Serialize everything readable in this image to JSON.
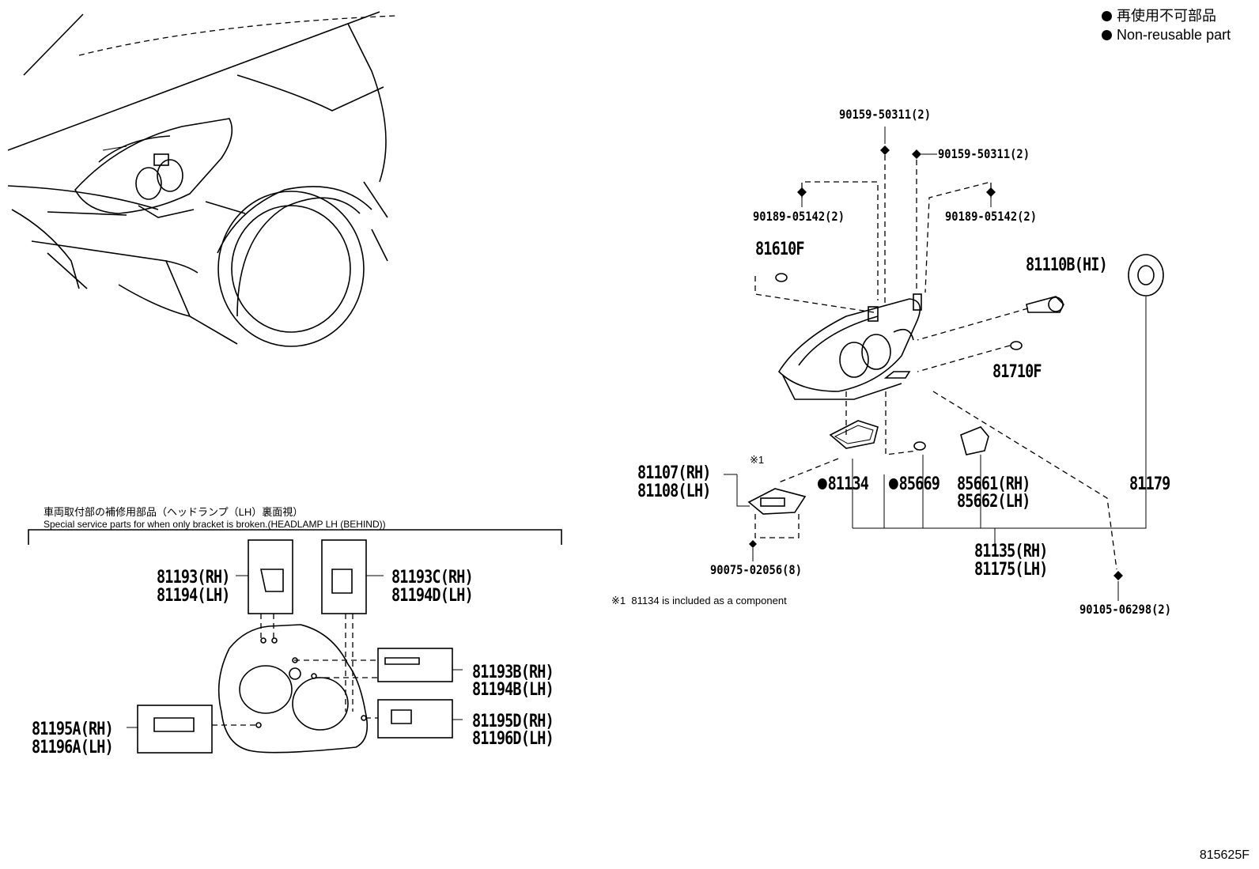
{
  "legend": {
    "jp": "再使用不可部品",
    "en": "Non-reusable part"
  },
  "section": {
    "title_jp": "車両取付部の補修用部品（ヘッドランプ（LH）裏面視）",
    "title_en": "Special service parts for when only bracket is broken.(HEADLAMP LH (BEHIND))"
  },
  "footnote": {
    "mark": "※1",
    "text": "81134 is included as a component",
    "ref_mark": "※1"
  },
  "parts": {
    "p90159_top": "90159-50311(2)",
    "p90159_right": "90159-50311(2)",
    "p90189_left": "90189-05142(2)",
    "p90189_right": "90189-05142(2)",
    "p81610F": "81610F",
    "p81110B": "81110B(HI)",
    "p81710F": "81710F",
    "p81107": "81107(RH)",
    "p81108": "81108(LH)",
    "p81134": "81134",
    "p85669": "85669",
    "p85661": "85661(RH)",
    "p85662": "85662(LH)",
    "p81179": "81179",
    "p90075": "90075-02056(8)",
    "p81135": "81135(RH)",
    "p81175": "81175(LH)",
    "p90105": "90105-06298(2)",
    "p81193": "81193(RH)",
    "p81194": "81194(LH)",
    "p81193C": "81193C(RH)",
    "p81194D": "81194D(LH)",
    "p81193B": "81193B(RH)",
    "p81194B": "81194B(LH)",
    "p81195A": "81195A(RH)",
    "p81196A": "81196A(LH)",
    "p81195D": "81195D(RH)",
    "p81196D": "81196D(LH)"
  },
  "diagram_code": "815625F"
}
